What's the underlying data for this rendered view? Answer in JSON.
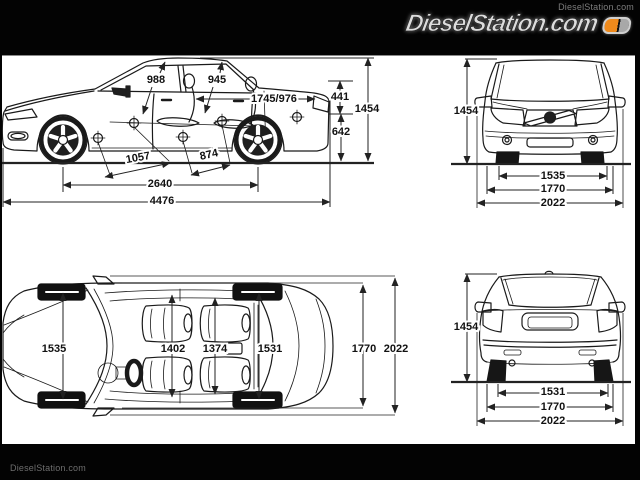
{
  "branding": {
    "watermark_top": "DieselStation.com",
    "logo_text": "DieselStation.com",
    "watermark_bottom": "DieselStation.com"
  },
  "side": {
    "headroom_front": "988",
    "headroom_rear": "945",
    "interior_length": "1745/976",
    "deck_height": "441",
    "overall_height": "1454",
    "lower_body_height": "642",
    "legroom_front": "1057",
    "legroom_rear": "874",
    "wheelbase": "2640",
    "overall_length": "4476"
  },
  "front": {
    "overall_height": "1454",
    "track": "1535",
    "body_width": "1770",
    "width_with_mirrors": "2022"
  },
  "top": {
    "track_front": "1535",
    "shoulder_room_front": "1402",
    "shoulder_room_rear": "1374",
    "track_rear": "1531",
    "body_width": "1770",
    "width_with_mirrors": "2022"
  },
  "rear": {
    "overall_height": "1454",
    "track": "1531",
    "body_width": "1770",
    "width_with_mirrors": "2022"
  },
  "colors": {
    "background": "#030303",
    "canvas": "#ffffff",
    "line": "#1a1a1a",
    "logo_orange": "#ef8a1c"
  }
}
